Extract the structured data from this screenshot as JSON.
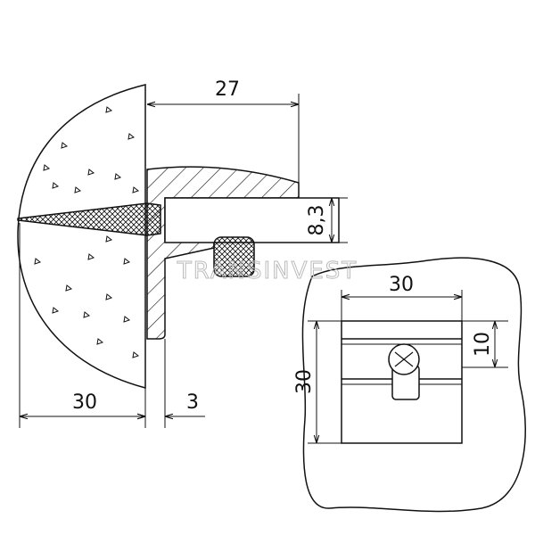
{
  "side_view": {
    "dim_width": "27",
    "dim_pin_diameter": "8,3",
    "dim_wall_depth": "30",
    "dim_glass_gap": "3"
  },
  "top_view": {
    "dim_width": "30",
    "dim_height": "30",
    "dim_offset": "10"
  },
  "watermark": "TRANSINVEST",
  "colors": {
    "line": "#111111",
    "background": "#ffffff"
  }
}
